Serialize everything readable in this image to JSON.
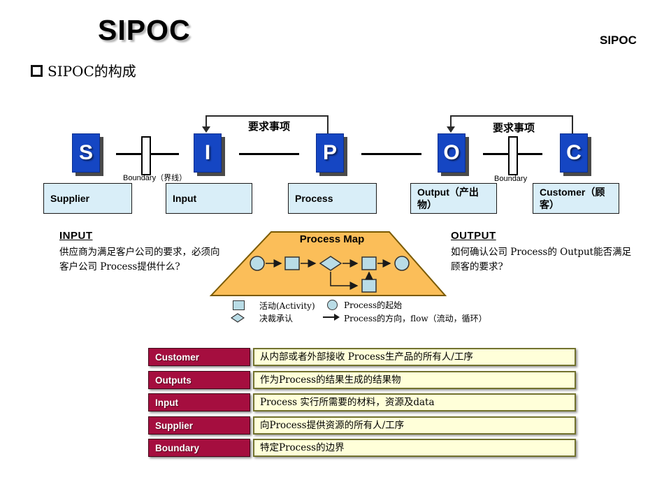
{
  "page": {
    "title": "SIPOC",
    "corner_title": "SIPOC",
    "bullet_text": "SIPOC的构成"
  },
  "sipoc_row": {
    "letters": [
      {
        "letter": "S",
        "label": "Supplier"
      },
      {
        "letter": "I",
        "label": "Input"
      },
      {
        "letter": "P",
        "label": "Process"
      },
      {
        "letter": "O",
        "label": "Output（产出物）"
      },
      {
        "letter": "C",
        "label": "Customer（顾客）"
      }
    ],
    "requirement_label_left": "要求事项",
    "requirement_label_right": "要求事项",
    "boundary_label_left": "Boundary（界线）",
    "boundary_label_right": "Boundary"
  },
  "input_section": {
    "heading": "INPUT",
    "body": "供应商为满足客户公司的要求，必须向客户公司 Process提供什么?"
  },
  "output_section": {
    "heading": "OUTPUT",
    "body": "如何确认公司 Process的 Output能否满足顾客的要求?"
  },
  "process_map": {
    "title": "Process Map"
  },
  "legend": {
    "activity": "活动(Activity)",
    "start": "Process的起始",
    "decision": "决裁承认",
    "direction": "Process的方向，flow（流动，循环）"
  },
  "table": {
    "rows": [
      {
        "term": "Customer",
        "definition": "从内部或者外部接收 Process生产品的所有人/工序"
      },
      {
        "term": "Outputs",
        "definition": "作为Process的结果生成的结果物"
      },
      {
        "term": "Input",
        "definition": "Process 实行所需要的材料，资源及data"
      },
      {
        "term": "Supplier",
        "definition": "向Process提供资源的所有人/工序"
      },
      {
        "term": "Boundary",
        "definition": "特定Process的边界"
      }
    ]
  },
  "colors": {
    "letter_box_blue": "#1546C3",
    "label_box_blue": "#D9EEF8",
    "trapezoid_orange": "#FBBE59",
    "flow_shape_blue": "#B9DCE6",
    "table_header_red": "#A50E3F",
    "table_cell_yellow": "#FFFFD9"
  }
}
